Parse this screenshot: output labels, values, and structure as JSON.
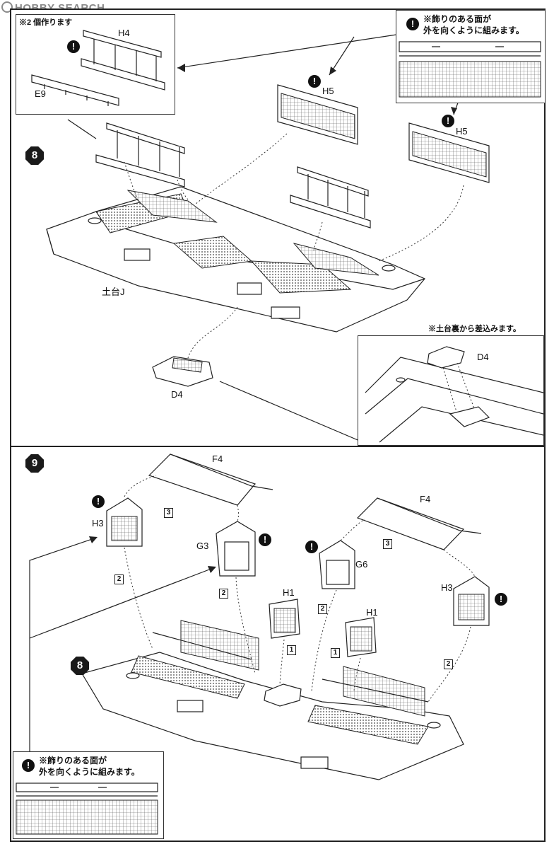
{
  "watermark": "HOBBY SEARCH",
  "step8": {
    "number": "8",
    "inset_note": "※2 個作ります",
    "parts": {
      "h4": "H4",
      "e9": "E9",
      "h5_left": "H5",
      "h5_right": "H5",
      "base": "土台J",
      "d4": "D4",
      "d4_detail": "D4"
    },
    "note_orientation_line1": "※飾りのある面が",
    "note_orientation_line2": "外を向くように組みます。",
    "note_insert": "※土台裏から差込みます。",
    "warn_symbol": "!"
  },
  "step9": {
    "number": "9",
    "ref_step": "8",
    "parts": {
      "f4_left": "F4",
      "f4_right": "F4",
      "h3_left": "H3",
      "h3_right": "H3",
      "g3": "G3",
      "g6": "G6",
      "h1_left": "H1",
      "h1_right": "H1"
    },
    "seq": {
      "s3_left": "3",
      "s3_right": "3",
      "s2_h3": "2",
      "s2_g3": "2",
      "s2_g6": "2",
      "s2_h3r": "2",
      "s1_left": "1",
      "s1_right": "1"
    },
    "note_orientation_line1": "※飾りのある面が",
    "note_orientation_line2": "外を向くように組みます。",
    "warn_symbol": "!"
  }
}
